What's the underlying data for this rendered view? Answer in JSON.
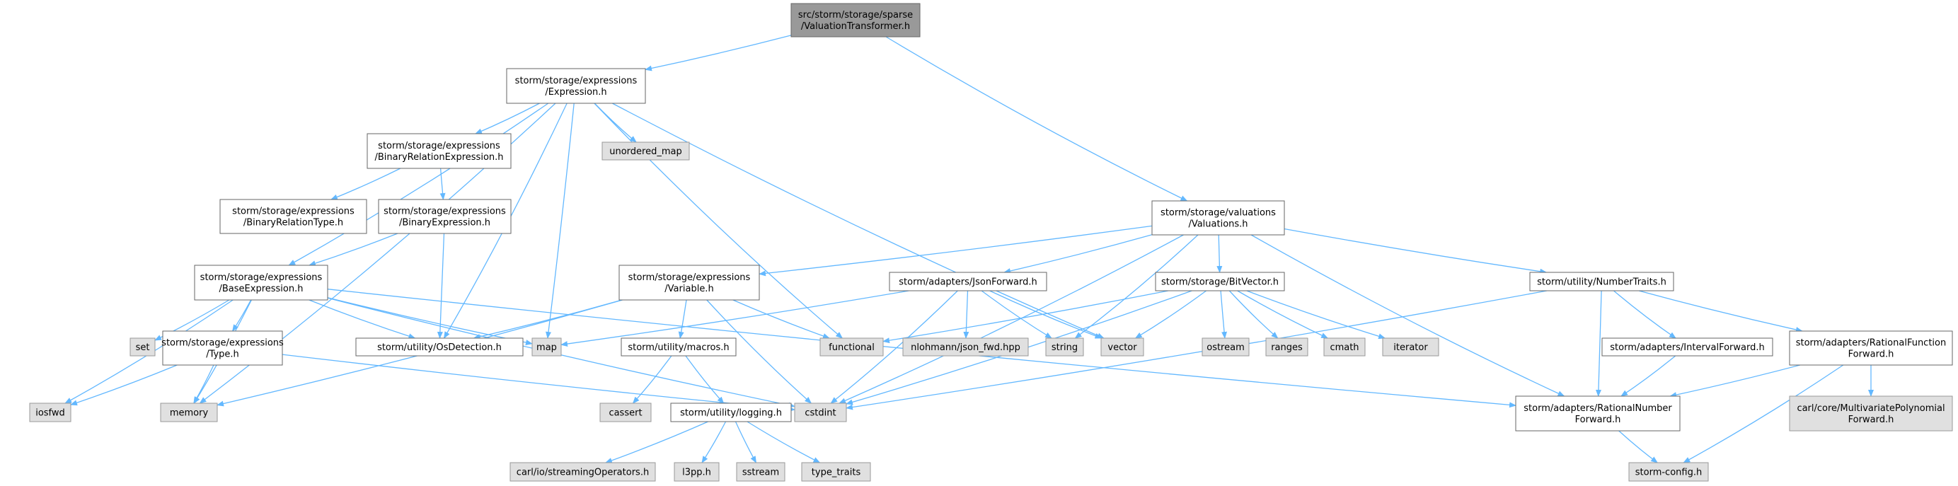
{
  "colors": {
    "edge": "#63b8ff",
    "root_fill": "#999999",
    "root_stroke": "#666666",
    "documented_fill": "#ffffff",
    "documented_stroke": "#666666",
    "external_fill": "#e0e0e0",
    "external_stroke": "#999999"
  },
  "nodes": [
    {
      "id": "vt",
      "kind": "root",
      "lines": [
        "src/storm/storage/sparse",
        "/ValuationTransformer.h"
      ]
    },
    {
      "id": "expr",
      "kind": "documented",
      "lines": [
        "storm/storage/expressions",
        "/Expression.h"
      ]
    },
    {
      "id": "vals",
      "kind": "documented",
      "lines": [
        "storm/storage/valuations",
        "/Valuations.h"
      ]
    },
    {
      "id": "binrel",
      "kind": "documented",
      "lines": [
        "storm/storage/expressions",
        "/BinaryRelationExpression.h"
      ]
    },
    {
      "id": "unordered_map",
      "kind": "external",
      "lines": [
        "unordered_map"
      ]
    },
    {
      "id": "binreltype",
      "kind": "documented",
      "lines": [
        "storm/storage/expressions",
        "/BinaryRelationType.h"
      ]
    },
    {
      "id": "binexpr",
      "kind": "documented",
      "lines": [
        "storm/storage/expressions",
        "/BinaryExpression.h"
      ]
    },
    {
      "id": "baseexpr",
      "kind": "documented",
      "lines": [
        "storm/storage/expressions",
        "/BaseExpression.h"
      ]
    },
    {
      "id": "variable",
      "kind": "documented",
      "lines": [
        "storm/storage/expressions",
        "/Variable.h"
      ]
    },
    {
      "id": "jsonfwd",
      "kind": "documented",
      "lines": [
        "storm/adapters/JsonForward.h"
      ]
    },
    {
      "id": "bitvector",
      "kind": "documented",
      "lines": [
        "storm/storage/BitVector.h"
      ]
    },
    {
      "id": "numtraits",
      "kind": "documented",
      "lines": [
        "storm/utility/NumberTraits.h"
      ]
    },
    {
      "id": "set",
      "kind": "external",
      "lines": [
        "set"
      ]
    },
    {
      "id": "type",
      "kind": "documented",
      "lines": [
        "storm/storage/expressions",
        "/Type.h"
      ]
    },
    {
      "id": "osdet",
      "kind": "documented",
      "lines": [
        "storm/utility/OsDetection.h"
      ]
    },
    {
      "id": "map",
      "kind": "external",
      "lines": [
        "map"
      ]
    },
    {
      "id": "macros",
      "kind": "documented",
      "lines": [
        "storm/utility/macros.h"
      ]
    },
    {
      "id": "functional",
      "kind": "external",
      "lines": [
        "functional"
      ]
    },
    {
      "id": "nlohmann",
      "kind": "external",
      "lines": [
        "nlohmann/json_fwd.hpp"
      ]
    },
    {
      "id": "string",
      "kind": "external",
      "lines": [
        "string"
      ]
    },
    {
      "id": "vector",
      "kind": "external",
      "lines": [
        "vector"
      ]
    },
    {
      "id": "ostream",
      "kind": "external",
      "lines": [
        "ostream"
      ]
    },
    {
      "id": "ranges",
      "kind": "external",
      "lines": [
        "ranges"
      ]
    },
    {
      "id": "cmath",
      "kind": "external",
      "lines": [
        "cmath"
      ]
    },
    {
      "id": "iterator",
      "kind": "external",
      "lines": [
        "iterator"
      ]
    },
    {
      "id": "intervalfwd",
      "kind": "documented",
      "lines": [
        "storm/adapters/IntervalForward.h"
      ]
    },
    {
      "id": "ratfuncfwd",
      "kind": "documented",
      "lines": [
        "storm/adapters/RationalFunction",
        "Forward.h"
      ]
    },
    {
      "id": "iosfwd",
      "kind": "external",
      "lines": [
        "iosfwd"
      ]
    },
    {
      "id": "memory",
      "kind": "external",
      "lines": [
        "memory"
      ]
    },
    {
      "id": "cassert",
      "kind": "external",
      "lines": [
        "cassert"
      ]
    },
    {
      "id": "cstdint",
      "kind": "external",
      "lines": [
        "cstdint"
      ]
    },
    {
      "id": "ratnumfwd",
      "kind": "documented",
      "lines": [
        "storm/adapters/RationalNumber",
        "Forward.h"
      ]
    },
    {
      "id": "carlpoly",
      "kind": "external",
      "lines": [
        "carl/core/MultivariatePolynomial",
        "Forward.h"
      ]
    },
    {
      "id": "logging",
      "kind": "documented",
      "lines": [
        "storm/utility/logging.h"
      ]
    },
    {
      "id": "carlstream",
      "kind": "external",
      "lines": [
        "carl/io/streamingOperators.h"
      ]
    },
    {
      "id": "l3pp",
      "kind": "external",
      "lines": [
        "l3pp.h"
      ]
    },
    {
      "id": "sstream",
      "kind": "external",
      "lines": [
        "sstream"
      ]
    },
    {
      "id": "type_traits",
      "kind": "external",
      "lines": [
        "type_traits"
      ]
    },
    {
      "id": "stormconfig",
      "kind": "external",
      "lines": [
        "storm-config.h"
      ]
    }
  ],
  "edges": [
    [
      "vt",
      "expr"
    ],
    [
      "vt",
      "vals"
    ],
    [
      "expr",
      "memory"
    ],
    [
      "expr",
      "baseexpr"
    ],
    [
      "expr",
      "binrel"
    ],
    [
      "expr",
      "osdet"
    ],
    [
      "expr",
      "map"
    ],
    [
      "expr",
      "unordered_map"
    ],
    [
      "expr",
      "functional"
    ],
    [
      "expr",
      "vector"
    ],
    [
      "binrel",
      "binreltype"
    ],
    [
      "binrel",
      "binexpr"
    ],
    [
      "binexpr",
      "baseexpr"
    ],
    [
      "binexpr",
      "osdet"
    ],
    [
      "baseexpr",
      "iosfwd"
    ],
    [
      "baseexpr",
      "set"
    ],
    [
      "baseexpr",
      "memory"
    ],
    [
      "baseexpr",
      "type"
    ],
    [
      "baseexpr",
      "osdet"
    ],
    [
      "baseexpr",
      "map"
    ],
    [
      "baseexpr",
      "cstdint"
    ],
    [
      "baseexpr",
      "ratnumfwd"
    ],
    [
      "type",
      "iosfwd"
    ],
    [
      "type",
      "memory"
    ],
    [
      "type",
      "cstdint"
    ],
    [
      "vals",
      "variable"
    ],
    [
      "vals",
      "jsonfwd"
    ],
    [
      "vals",
      "string"
    ],
    [
      "vals",
      "bitvector"
    ],
    [
      "vals",
      "cstdint"
    ],
    [
      "vals",
      "ratnumfwd"
    ],
    [
      "vals",
      "numtraits"
    ],
    [
      "variable",
      "osdet"
    ],
    [
      "variable",
      "memory"
    ],
    [
      "variable",
      "macros"
    ],
    [
      "variable",
      "functional"
    ],
    [
      "variable",
      "cstdint"
    ],
    [
      "jsonfwd",
      "map"
    ],
    [
      "jsonfwd",
      "cstdint"
    ],
    [
      "jsonfwd",
      "nlohmann"
    ],
    [
      "jsonfwd",
      "string"
    ],
    [
      "jsonfwd",
      "vector"
    ],
    [
      "bitvector",
      "functional"
    ],
    [
      "bitvector",
      "vector"
    ],
    [
      "bitvector",
      "ostream"
    ],
    [
      "bitvector",
      "ranges"
    ],
    [
      "bitvector",
      "cmath"
    ],
    [
      "bitvector",
      "iterator"
    ],
    [
      "bitvector",
      "cstdint"
    ],
    [
      "numtraits",
      "cstdint"
    ],
    [
      "numtraits",
      "intervalfwd"
    ],
    [
      "numtraits",
      "ratfuncfwd"
    ],
    [
      "numtraits",
      "ratnumfwd"
    ],
    [
      "intervalfwd",
      "ratnumfwd"
    ],
    [
      "ratfuncfwd",
      "ratnumfwd"
    ],
    [
      "ratfuncfwd",
      "carlpoly"
    ],
    [
      "ratfuncfwd",
      "stormconfig"
    ],
    [
      "ratnumfwd",
      "stormconfig"
    ],
    [
      "macros",
      "cassert"
    ],
    [
      "macros",
      "logging"
    ],
    [
      "logging",
      "carlstream"
    ],
    [
      "logging",
      "l3pp"
    ],
    [
      "logging",
      "sstream"
    ],
    [
      "logging",
      "type_traits"
    ]
  ]
}
